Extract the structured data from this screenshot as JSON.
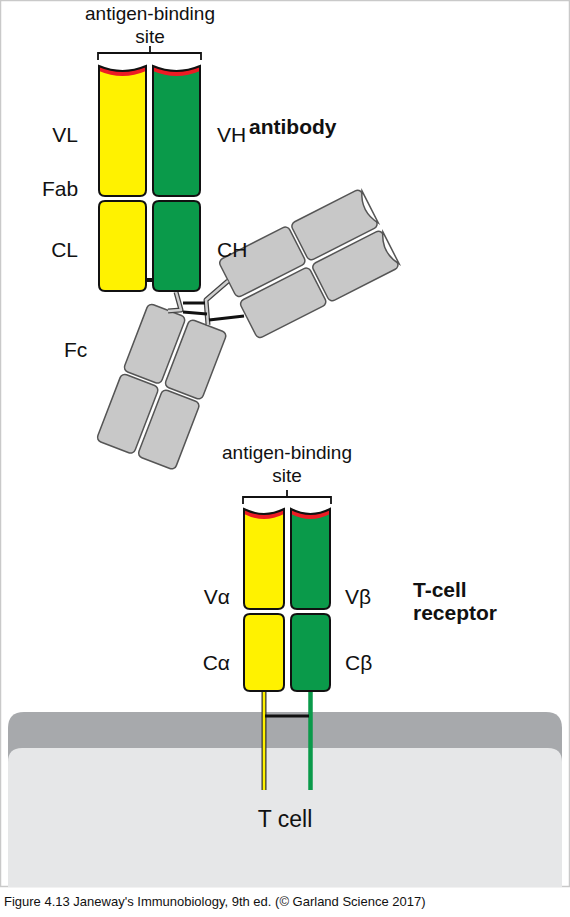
{
  "diagram": {
    "caption": "Figure 4.13 Janeway's Immunobiology, 9th ed. (© Garland Science 2017)",
    "nodes": [
      {
        "text": [
          "VL"
        ]
      },
      {
        "text": [
          "VH"
        ]
      },
      {
        "text": [
          "CL"
        ]
      },
      {
        "text": [
          "CH"
        ]
      },
      {
        "text": [
          "Vα"
        ]
      },
      {
        "text": [
          "Vβ"
        ]
      },
      {
        "text": [
          "Cα"
        ]
      },
      {
        "text": [
          "Cβ"
        ]
      },
      {
        "text": [
          "T cell"
        ]
      }
    ],
    "edges": [
      {
        "from": 2,
        "to": 3,
        "arrow": "none"
      }
    ],
    "labels": [
      "antigen-binding site",
      "Fab",
      "antibody",
      "Fc",
      "antigen-binding site",
      "T-cell receptor"
    ]
  }
}
